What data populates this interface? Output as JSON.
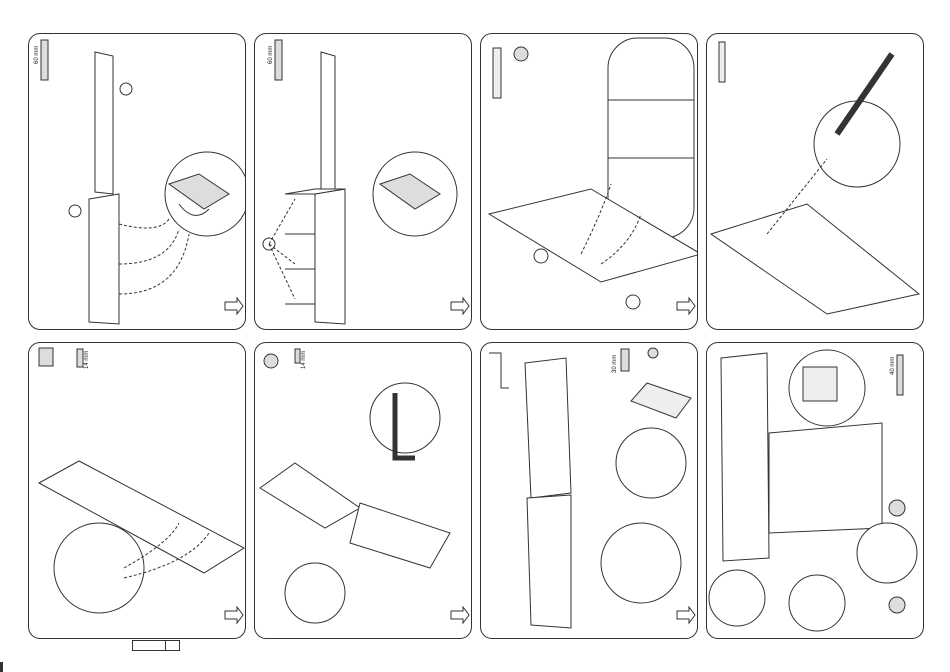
{
  "document": {
    "title": "",
    "steps": [
      {
        "id": 1,
        "screw_label": "60 mm"
      },
      {
        "id": 2,
        "screw_label": "60 mm"
      },
      {
        "id": 3,
        "screw_label": ""
      },
      {
        "id": 4,
        "screw_label": ""
      },
      {
        "id": 5,
        "screw_label": "14 mm"
      },
      {
        "id": 6,
        "screw_label": "14 mm"
      },
      {
        "id": 7,
        "screw_label": "30 mm"
      },
      {
        "id": 8,
        "screw_label": "40 mm"
      }
    ]
  },
  "colors": {
    "line": "#333333",
    "paper": "#ffffff",
    "shade": "#d8d8d8"
  },
  "icons": [
    "screw-icon",
    "cam-lock-icon",
    "dowel-icon",
    "bracket-icon",
    "hinge-plate-icon",
    "arrow-next-icon",
    "screwdriver-icon",
    "allen-key-icon"
  ]
}
